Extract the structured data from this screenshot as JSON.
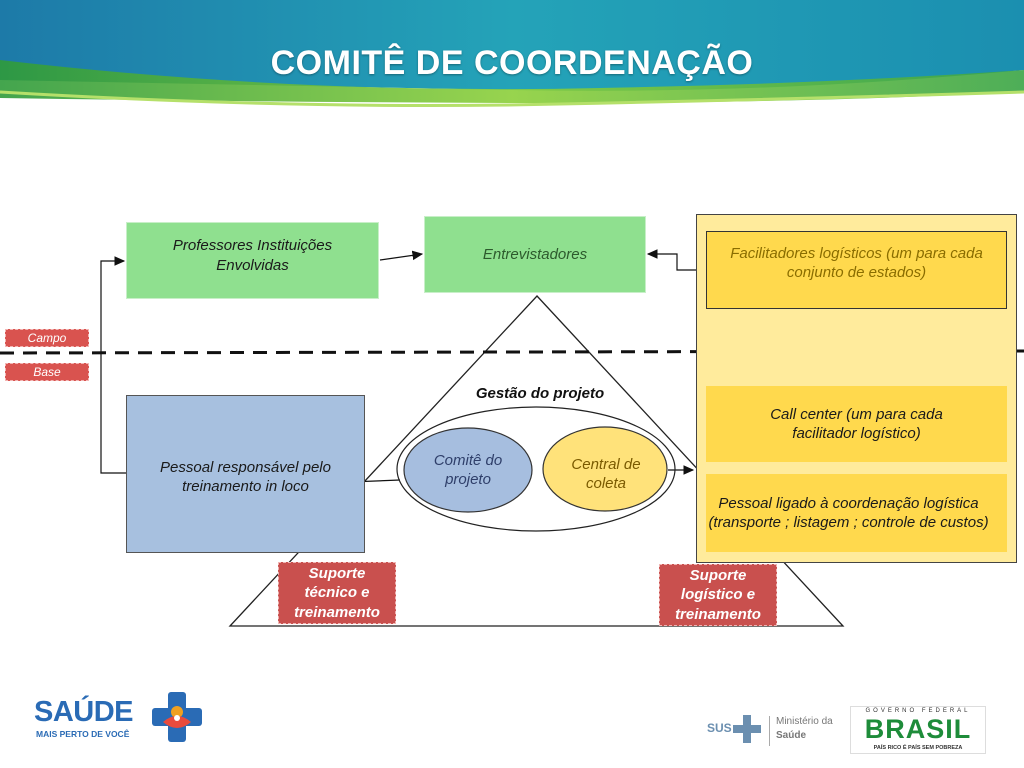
{
  "title": "COMITÊ DE COORDENAÇÃO",
  "diagram": {
    "professores": "Professores  Instituições Envolvidas",
    "entrevistadores": "Entrevistadores",
    "facilitadores": "Facilitadores logísticos (um para cada conjunto de  estados)",
    "campo": "Campo",
    "base": "Base",
    "gestao": "Gestão do projeto",
    "pessoal_treinamento": "Pessoal responsável pelo treinamento in loco",
    "comite": "Comitê do projeto",
    "central": "Central de coleta",
    "call_center": "Call center (um para cada facilitador logístico)",
    "pessoal_logistica": "Pessoal ligado à coordenação logística (transporte ; listagem ; controle de custos)",
    "suporte_tecnico": "Suporte técnico e treinamento",
    "suporte_logistico": "Suporte logístico e treinamento"
  },
  "footer": {
    "saude": "SAÚDE",
    "saude_tagline": "MAIS PERTO DE VOCÊ",
    "sus": "SUS",
    "ministerio_1": "Ministério da",
    "ministerio_2": "Saúde",
    "governo": "GOVERNO FEDERAL",
    "brasil": "BRASIL",
    "brasil_tagline": "PAÍS RICO É PAÍS SEM POBREZA"
  },
  "colors": {
    "green_box": "#8fe08f",
    "blue_box": "#a7c0df",
    "yellow_panel": "#ffeb9c",
    "yellow_box": "#ffd94d",
    "red_tag": "#c9504e"
  }
}
